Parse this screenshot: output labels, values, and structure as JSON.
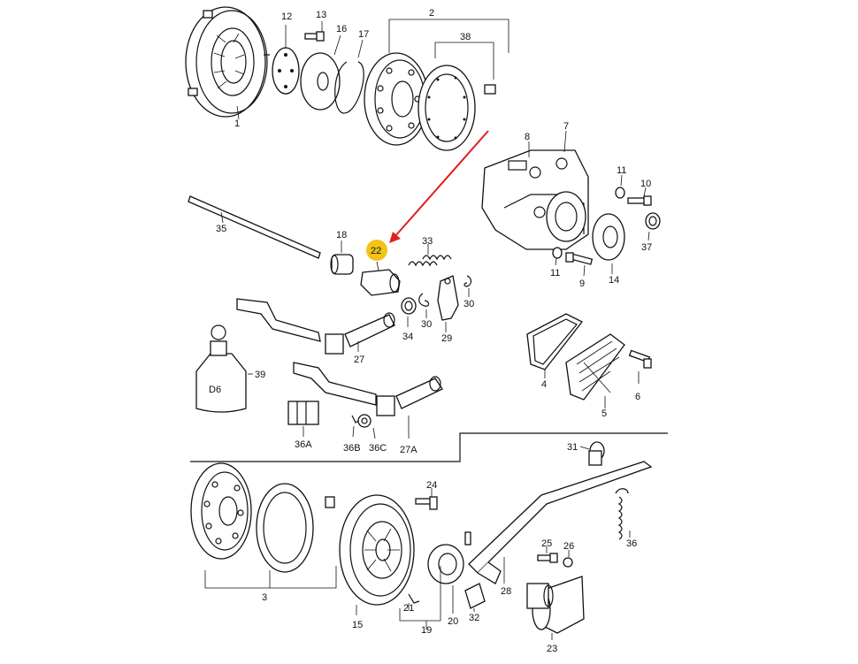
{
  "labels": {
    "l1": "1",
    "l2": "2",
    "l3": "3",
    "l4": "4",
    "l5": "5",
    "l6": "6",
    "l7": "7",
    "l8": "8",
    "l9": "9",
    "l10": "10",
    "l11a": "11",
    "l11b": "11",
    "l12": "12",
    "l13": "13",
    "l14": "14",
    "l15": "15",
    "l16": "16",
    "l17": "17",
    "l18": "18",
    "l19": "19",
    "l20": "20",
    "l21": "21",
    "l22": "22",
    "l23": "23",
    "l24": "24",
    "l25": "25",
    "l26": "26",
    "l27": "27",
    "l27a": "27A",
    "l28": "28",
    "l29": "29",
    "l30a": "30",
    "l30b": "30",
    "l31": "31",
    "l32": "32",
    "l33": "33",
    "l34": "34",
    "l35": "35",
    "l36": "36",
    "l36a": "36A",
    "l36b": "36B",
    "l36c": "36C",
    "l37": "37",
    "l38": "38",
    "l39": "39"
  },
  "oil_bottle_text": "D6",
  "highlight": {
    "part": "22",
    "color": "#f2c318",
    "arrow_color": "#e02020"
  }
}
